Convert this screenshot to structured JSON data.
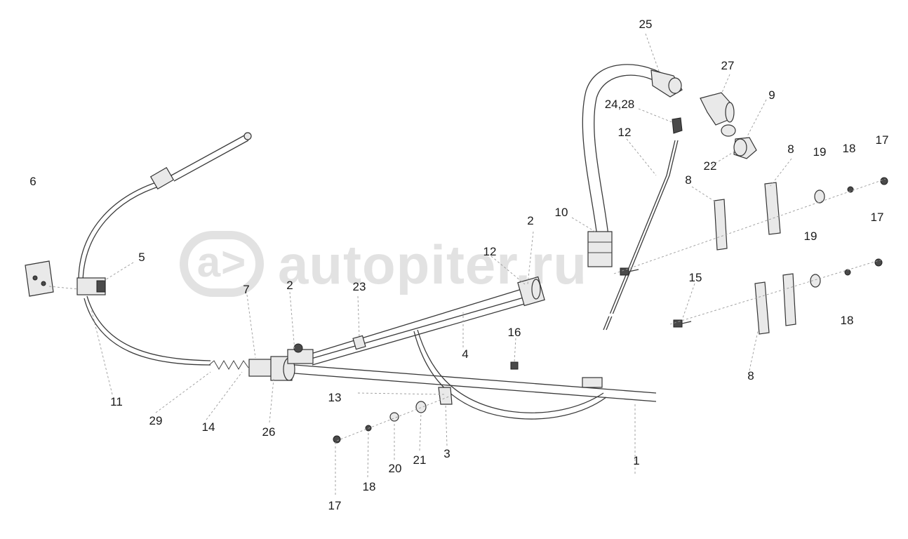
{
  "watermark": {
    "text": "autopiter.ru",
    "logo_glyph": "a>"
  },
  "labels": {
    "l1": "1",
    "l2a": "2",
    "l2b": "2",
    "l3": "3",
    "l4": "4",
    "l5": "5",
    "l6": "6",
    "l7": "7",
    "l8a": "8",
    "l8b": "8",
    "l8c": "8",
    "l9": "9",
    "l10": "10",
    "l11": "11",
    "l12a": "12",
    "l12b": "12",
    "l13": "13",
    "l14": "14",
    "l15": "15",
    "l16": "16",
    "l17a": "17",
    "l17b": "17",
    "l17c": "17",
    "l18a": "18",
    "l18b": "18",
    "l18c": "18",
    "l19a": "19",
    "l19b": "19",
    "l20": "20",
    "l21": "21",
    "l22": "22",
    "l23": "23",
    "l2428": "24,28",
    "l25": "25",
    "l26": "26",
    "l27": "27",
    "l29": "29"
  },
  "colors": {
    "line": "#3a3a3a",
    "label": "#1a1a1a",
    "leader": "#9a9a9a",
    "watermark": "#e2e2e2"
  }
}
